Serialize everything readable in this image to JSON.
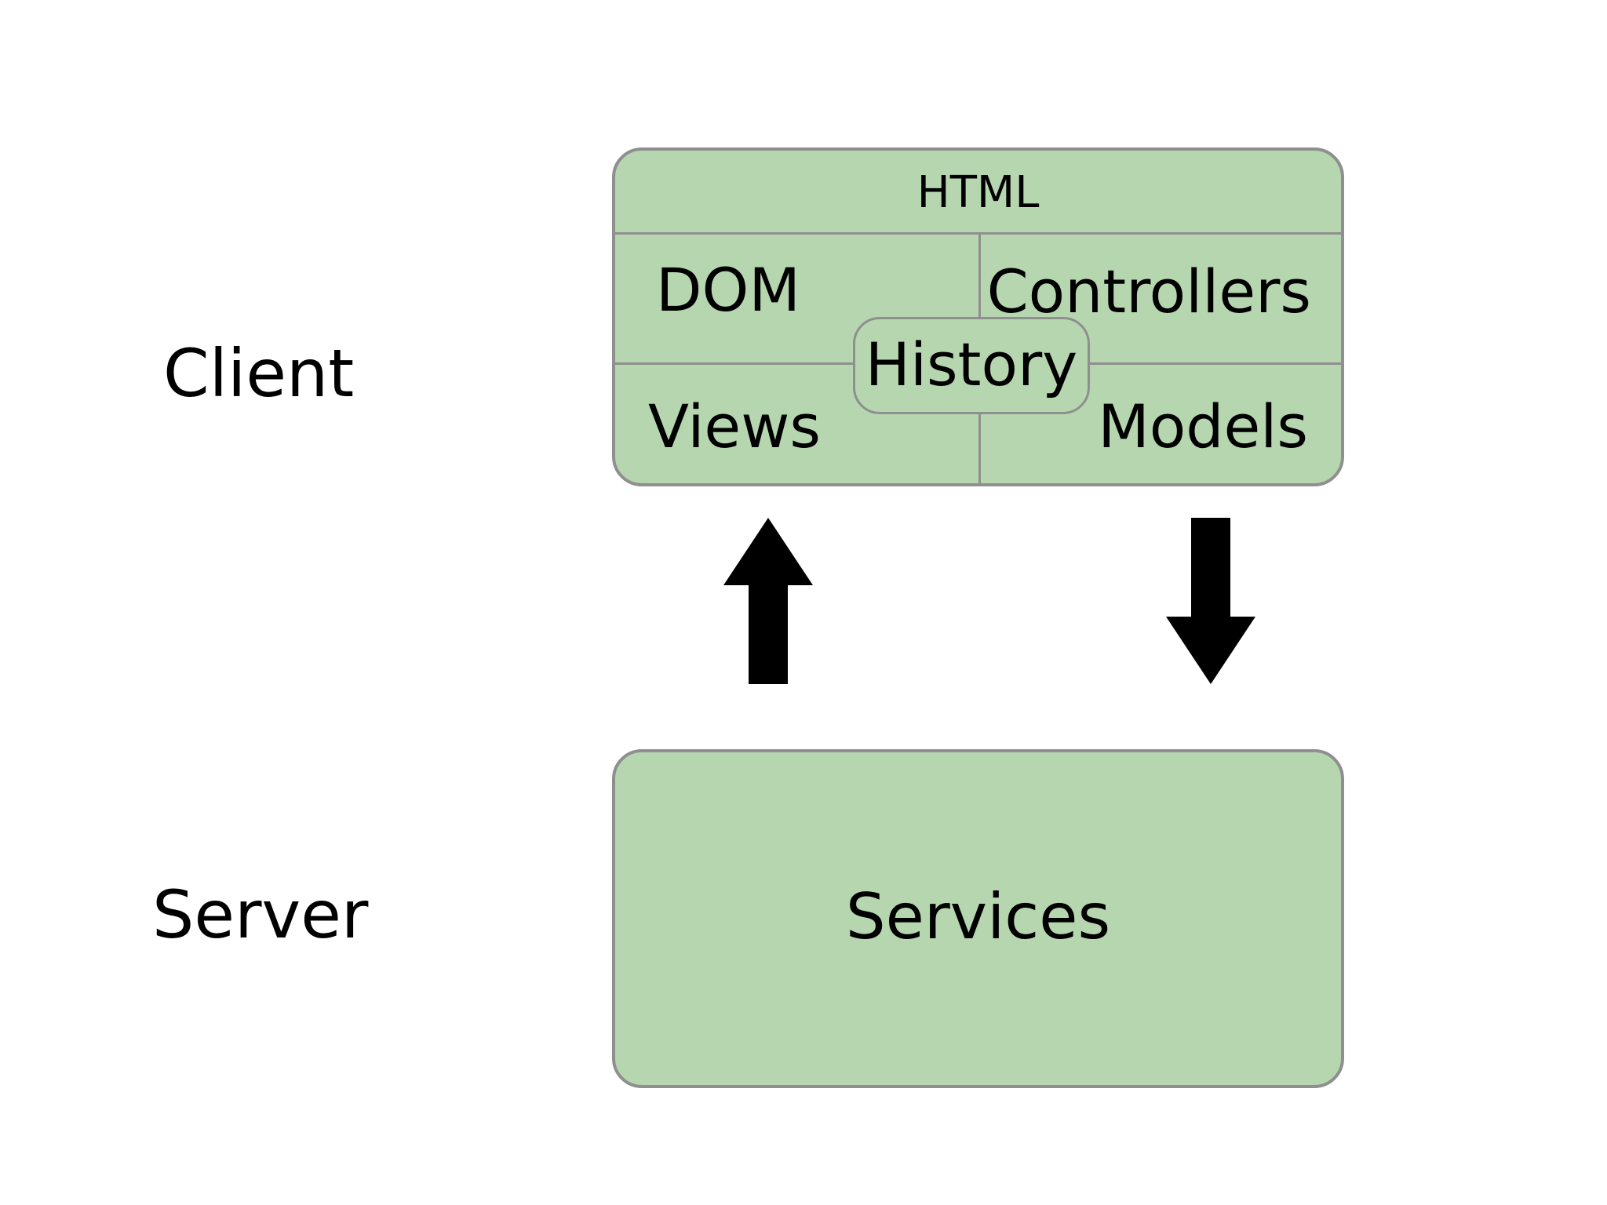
{
  "tiers": {
    "client_label": "Client",
    "server_label": "Server"
  },
  "client_box": {
    "header": "HTML",
    "top_left": "DOM",
    "top_right": "Controllers",
    "center": "History",
    "bottom_left": "Views",
    "bottom_right": "Models"
  },
  "server_box": {
    "label": "Services"
  },
  "arrows": [
    {
      "name": "up-arrow",
      "direction": "up",
      "from": "server",
      "to": "client"
    },
    {
      "name": "down-arrow",
      "direction": "down",
      "from": "client",
      "to": "server"
    }
  ],
  "colors": {
    "box_fill": "#b6d6b0",
    "box_border": "#8f8f8f",
    "arrow": "#000000",
    "text": "#000000",
    "background": "#ffffff"
  }
}
